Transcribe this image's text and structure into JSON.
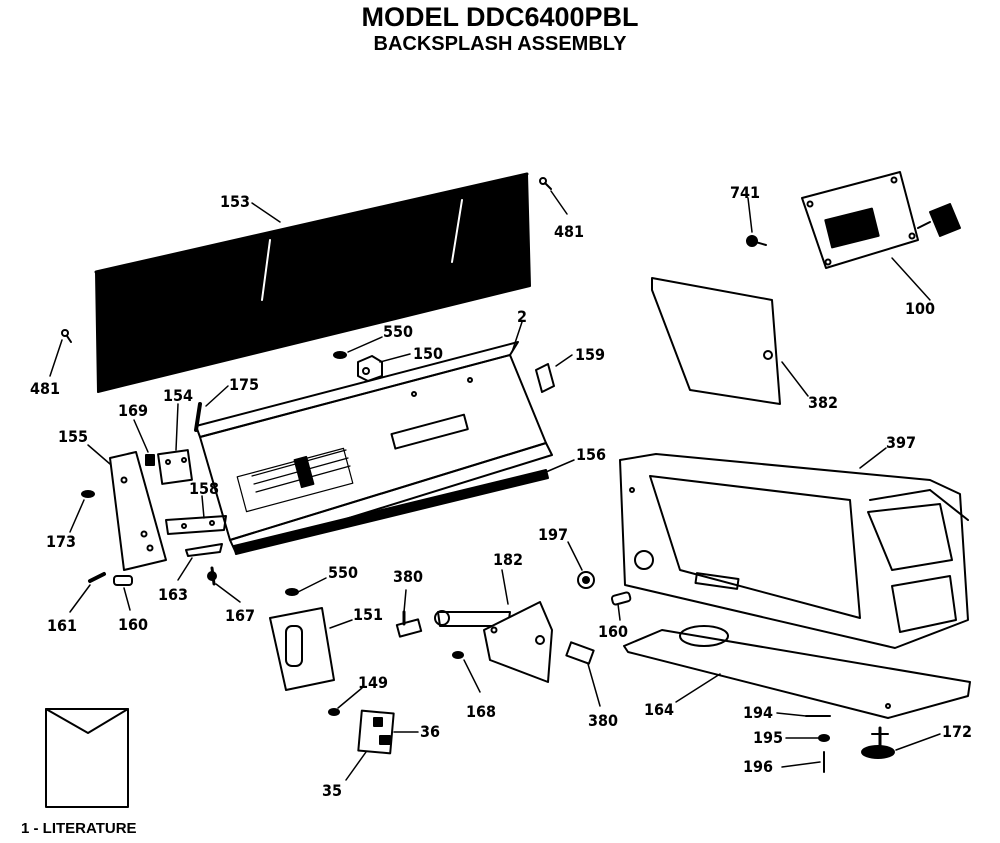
{
  "title": "MODEL DDC6400PBL",
  "subtitle": "BACKSPLASH ASSEMBLY",
  "literature_label": "1 - LITERATURE",
  "callouts": {
    "p153": "153",
    "p481a": "481",
    "p481b": "481",
    "p741": "741",
    "p100": "100",
    "p550a": "550",
    "p150": "150",
    "p2": "2",
    "p159": "159",
    "p382": "382",
    "p154": "154",
    "p175": "175",
    "p169": "169",
    "p155": "155",
    "p158": "158",
    "p156": "156",
    "p397": "397",
    "p173": "173",
    "p197": "197",
    "p163": "163",
    "p161": "161",
    "p160a": "160",
    "p167": "167",
    "p550b": "550",
    "p380a": "380",
    "p182": "182",
    "p160b": "160",
    "p151": "151",
    "p168": "168",
    "p380b": "380",
    "p164": "164",
    "p149": "149",
    "p36": "36",
    "p194": "194",
    "p195": "195",
    "p172": "172",
    "p196": "196",
    "p35": "35"
  }
}
